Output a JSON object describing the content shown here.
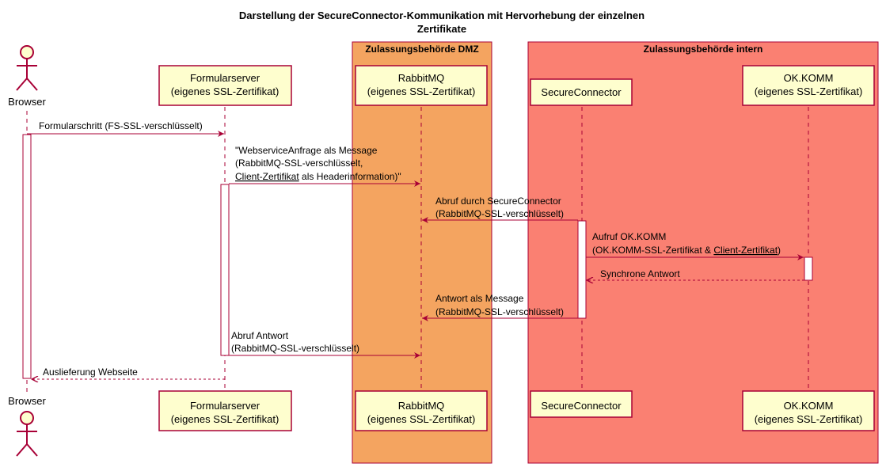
{
  "title_lines": [
    "Darstellung der SecureConnector-Kommunikation mit Hervorhebung der einzelnen",
    "Zertifikate"
  ],
  "boxes": [
    {
      "label": "Zulassungsbehörde DMZ",
      "color": "#F4A460"
    },
    {
      "label": "Zulassungsbehörde intern",
      "color": "#FA8072"
    }
  ],
  "actor": {
    "name": "Browser"
  },
  "participants": {
    "formularserver": [
      "Formularserver",
      "(eigenes SSL-Zertifikat)"
    ],
    "rabbitmq": [
      "RabbitMQ",
      "(eigenes SSL-Zertifikat)"
    ],
    "secureconnector": [
      "SecureConnector"
    ],
    "okkomm": [
      "OK.KOMM",
      "(eigenes SSL-Zertifikat)"
    ]
  },
  "messages": {
    "m1": [
      "Formularschritt (FS-SSL-verschlüsselt)"
    ],
    "m2": [
      "\"WebserviceAnfrage als Message",
      "(RabbitMQ-SSL-verschlüsselt,",
      "Client-Zertifikat",
      " als Headerinformation)\""
    ],
    "m3": [
      "Abruf durch SecureConnector",
      "(RabbitMQ-SSL-verschlüsselt)"
    ],
    "m4": [
      "Aufruf OK.KOMM",
      "(OK.KOMM-SSL-Zertifikat & ",
      "Client-Zertifikat",
      ")"
    ],
    "m5": [
      "Synchrone Antwort"
    ],
    "m6": [
      "Antwort als Message",
      "(RabbitMQ-SSL-verschlüsselt)"
    ],
    "m7": [
      "Abruf Antwort",
      "(RabbitMQ-SSL-verschlüsselt)"
    ],
    "m8": [
      "Auslieferung Webseite"
    ]
  },
  "colors": {
    "participant_fill": "#FEFECE",
    "participant_border": "#A80036",
    "arrow": "#A80036",
    "lifeline": "#A80036"
  }
}
